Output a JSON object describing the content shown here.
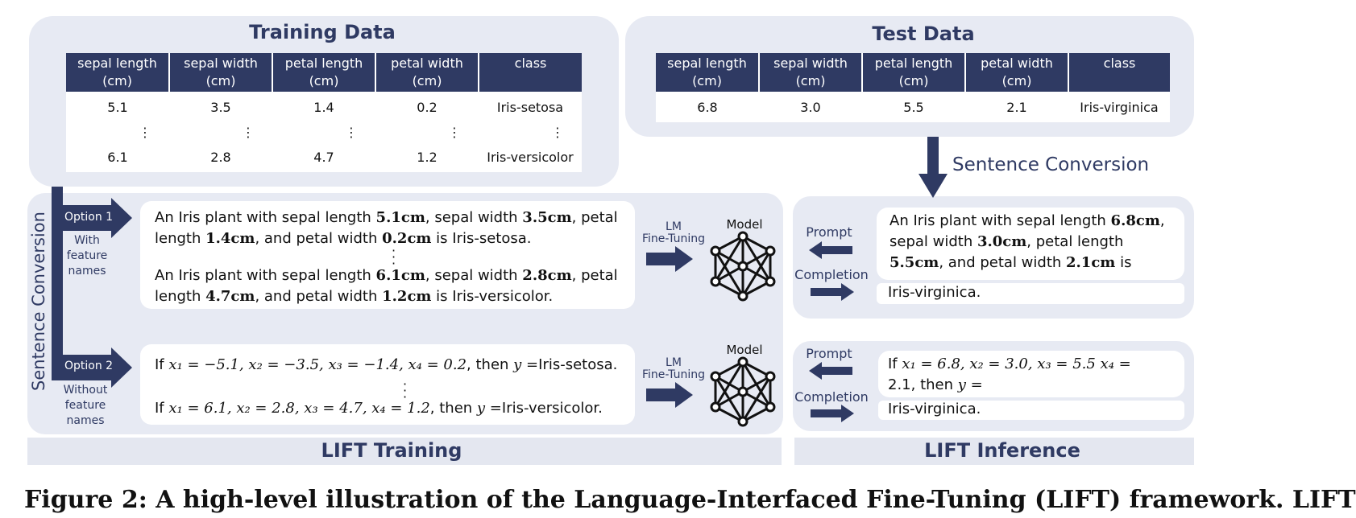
{
  "training_data": {
    "title": "Training Data",
    "headers": [
      [
        "sepal length",
        "(cm)"
      ],
      [
        "sepal width",
        "(cm)"
      ],
      [
        "petal length",
        "(cm)"
      ],
      [
        "petal width",
        "(cm)"
      ],
      [
        "class",
        ""
      ]
    ],
    "rows": [
      [
        "5.1",
        "3.5",
        "1.4",
        "0.2",
        "Iris-setosa"
      ],
      [
        "⋮",
        "⋮",
        "⋮",
        "⋮",
        "⋮"
      ],
      [
        "6.1",
        "2.8",
        "4.7",
        "1.2",
        "Iris-versicolor"
      ]
    ]
  },
  "test_data": {
    "title": "Test Data",
    "headers": [
      [
        "sepal length",
        "(cm)"
      ],
      [
        "sepal width",
        "(cm)"
      ],
      [
        "petal length",
        "(cm)"
      ],
      [
        "petal width",
        "(cm)"
      ],
      [
        "class",
        ""
      ]
    ],
    "rows": [
      [
        "6.8",
        "3.0",
        "5.5",
        "2.1",
        "Iris-virginica"
      ]
    ]
  },
  "sentence_conversion_right": "Sentence Conversion",
  "sentence_conversion_left": "Sentence Conversion",
  "option1": {
    "label": "Option 1",
    "desc": [
      "With",
      "feature",
      "names"
    ],
    "s1": {
      "a": "An Iris plant with sepal length ",
      "v1": "5.1cm",
      "b": ", sepal width ",
      "v2": "3.5cm",
      "c": ", petal length ",
      "v3": "1.4cm",
      "d": ", and petal width ",
      "v4": "0.2cm",
      "e": " is Iris-setosa."
    },
    "s2": {
      "a": "An Iris plant with sepal length ",
      "v1": "6.1cm",
      "b": ", sepal width ",
      "v2": "2.8cm",
      "c": ", petal length ",
      "v3": "4.7cm",
      "d": ", and petal width ",
      "v4": "1.2cm",
      "e": " is Iris-versicolor."
    }
  },
  "option2": {
    "label": "Option 2",
    "desc": [
      "Without",
      "feature",
      "names"
    ],
    "s1": {
      "lead": "If ",
      "expr": "x₁ = −5.1, x₂ = −3.5, x₃ = −1.4, x₄ = 0.2",
      "mid": ", then ",
      "y": "y =",
      "end": "Iris-setosa."
    },
    "s2": {
      "lead": "If ",
      "expr": "x₁ = 6.1, x₂ = 2.8, x₃ = 4.7, x₄ = 1.2",
      "mid": ", then ",
      "y": "y =",
      "end": "Iris-versicolor."
    }
  },
  "lm_finetuning": {
    "line1": "LM",
    "line2": "Fine-Tuning"
  },
  "model_label": "Model",
  "inference1": {
    "prompt_label": "Prompt",
    "completion_label": "Completion",
    "prompt": {
      "a": "An Iris plant with sepal length ",
      "v1": "6.8cm",
      "b": ", sepal width ",
      "v2": "3.0cm",
      "c": ", petal length ",
      "v3": "5.5cm",
      "d": ", and petal width ",
      "v4": "2.1cm",
      "e": " is"
    },
    "completion": "Iris-virginica."
  },
  "inference2": {
    "prompt_label": "Prompt",
    "completion_label": "Completion",
    "prompt": {
      "lead": "If ",
      "expr1": "x₁ = 6.8, x₂ = 3.0, x₃ = 5.5 x₄ =",
      "expr2": "2.1",
      "mid": ", then ",
      "y": "y ="
    },
    "completion": "Iris-virginica."
  },
  "lift_training": "LIFT Training",
  "lift_inference": "LIFT Inference",
  "caption": "Figure 2:  A high-level illustration of the Language-Interfaced Fine-Tuning (LIFT) framework.  LIFT",
  "colors": {
    "navy": "#2f3a63",
    "panel": "#e7eaf3"
  }
}
